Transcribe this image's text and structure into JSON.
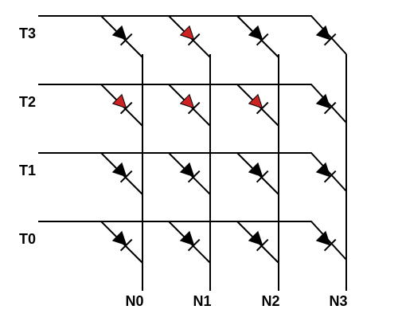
{
  "rows": [
    {
      "label": "T3",
      "diodes": [
        {
          "col": "N0",
          "color": "#000000"
        },
        {
          "col": "N1",
          "color": "#cc2222"
        },
        {
          "col": "N2",
          "color": "#000000"
        },
        {
          "col": "N3",
          "color": "#000000"
        }
      ]
    },
    {
      "label": "T2",
      "diodes": [
        {
          "col": "N0",
          "color": "#cc2222"
        },
        {
          "col": "N1",
          "color": "#cc2222"
        },
        {
          "col": "N2",
          "color": "#cc2222"
        },
        {
          "col": "N3",
          "color": "#000000"
        }
      ]
    },
    {
      "label": "T1",
      "diodes": [
        {
          "col": "N0",
          "color": "#000000"
        },
        {
          "col": "N1",
          "color": "#000000"
        },
        {
          "col": "N2",
          "color": "#000000"
        },
        {
          "col": "N3",
          "color": "#000000"
        }
      ]
    },
    {
      "label": "T0",
      "diodes": [
        {
          "col": "N0",
          "color": "#000000"
        },
        {
          "col": "N1",
          "color": "#000000"
        },
        {
          "col": "N2",
          "color": "#000000"
        },
        {
          "col": "N3",
          "color": "#000000"
        }
      ]
    }
  ],
  "columns": [
    "N0",
    "N1",
    "N2",
    "N3"
  ],
  "colors": {
    "wire": "#000000",
    "highlight": "#cc2222",
    "normal": "#000000"
  }
}
